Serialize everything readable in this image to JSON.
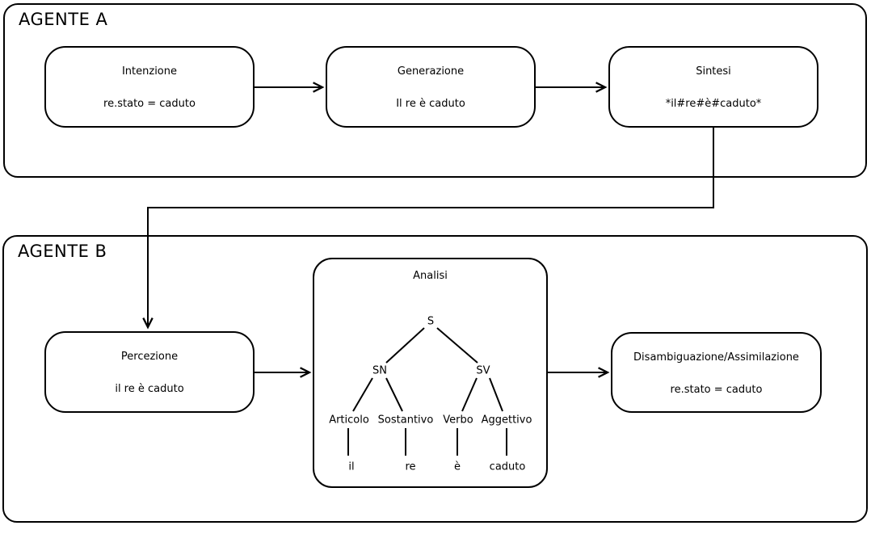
{
  "colors": {
    "line": "#000000",
    "background": "#ffffff"
  },
  "agent_a": {
    "label": "AGENTE A",
    "boxes": [
      {
        "title": "Intenzione",
        "content": "re.stato = caduto"
      },
      {
        "title": "Generazione",
        "content": "Il re è caduto"
      },
      {
        "title": "Sintesi",
        "content": "*il#re#è#caduto*"
      }
    ]
  },
  "agent_b": {
    "label": "AGENTE B",
    "perception": {
      "title": "Percezione",
      "content": "il re è caduto"
    },
    "analysis": {
      "title": "Analisi",
      "tree": {
        "root": "S",
        "np_label": "SN",
        "vp_label": "SV",
        "categories": [
          "Articolo",
          "Sostantivo",
          "Verbo",
          "Aggettivo"
        ],
        "words": [
          "il",
          "re",
          "è",
          "caduto"
        ]
      }
    },
    "disambiguation": {
      "title": "Disambiguazione/Assimilazione",
      "content": "re.stato = caduto"
    }
  }
}
